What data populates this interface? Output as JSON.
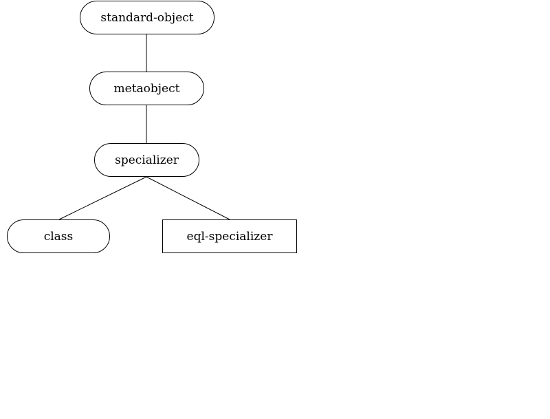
{
  "diagram": {
    "nodes": {
      "standard_object": {
        "label": "standard-object",
        "shape": "rounded"
      },
      "metaobject": {
        "label": "metaobject",
        "shape": "rounded"
      },
      "specializer": {
        "label": "specializer",
        "shape": "rounded"
      },
      "class": {
        "label": "class",
        "shape": "rounded"
      },
      "eql_specializer": {
        "label": "eql-specializer",
        "shape": "rectangle"
      }
    },
    "edges": [
      {
        "from": "standard-object",
        "to": "metaobject"
      },
      {
        "from": "metaobject",
        "to": "specializer"
      },
      {
        "from": "specializer",
        "to": "class"
      },
      {
        "from": "specializer",
        "to": "eql-specializer"
      }
    ]
  }
}
